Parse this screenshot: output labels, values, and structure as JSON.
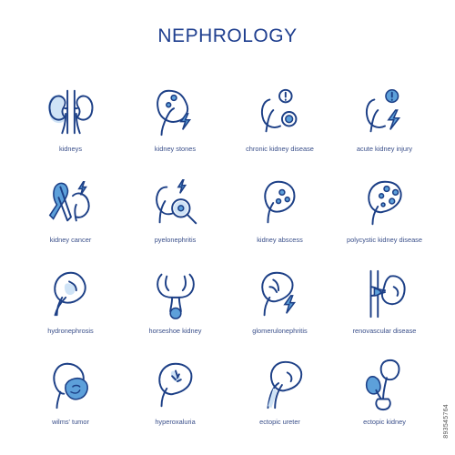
{
  "page": {
    "title": "NEPHROLOGY",
    "watermark": "893545764"
  },
  "colors": {
    "line": "#1c3f86",
    "accent": "#5da0da",
    "title": "#1f3f8f"
  },
  "icons": [
    {
      "label": "kidneys",
      "icon": "kidneys-icon"
    },
    {
      "label": "kidney stones",
      "icon": "kidney-stones-icon"
    },
    {
      "label": "chronic kidney disease",
      "icon": "chronic-kidney-disease-icon"
    },
    {
      "label": "acute kidney injury",
      "icon": "acute-kidney-injury-icon"
    },
    {
      "label": "kidney cancer",
      "icon": "kidney-cancer-icon"
    },
    {
      "label": "pyelonephritis",
      "icon": "pyelonephritis-icon"
    },
    {
      "label": "kidney abscess",
      "icon": "kidney-abscess-icon"
    },
    {
      "label": "polycystic kidney disease",
      "icon": "polycystic-kidney-disease-icon"
    },
    {
      "label": "hydronephrosis",
      "icon": "hydronephrosis-icon"
    },
    {
      "label": "horseshoe kidney",
      "icon": "horseshoe-kidney-icon"
    },
    {
      "label": "glomerulonephritis",
      "icon": "glomerulonephritis-icon"
    },
    {
      "label": "renovascular disease",
      "icon": "renovascular-disease-icon"
    },
    {
      "label": "wilms' tumor",
      "icon": "wilms-tumor-icon"
    },
    {
      "label": "hyperoxaluria",
      "icon": "hyperoxaluria-icon"
    },
    {
      "label": "ectopic ureter",
      "icon": "ectopic-ureter-icon"
    },
    {
      "label": "ectopic kidney",
      "icon": "ectopic-kidney-icon"
    }
  ]
}
